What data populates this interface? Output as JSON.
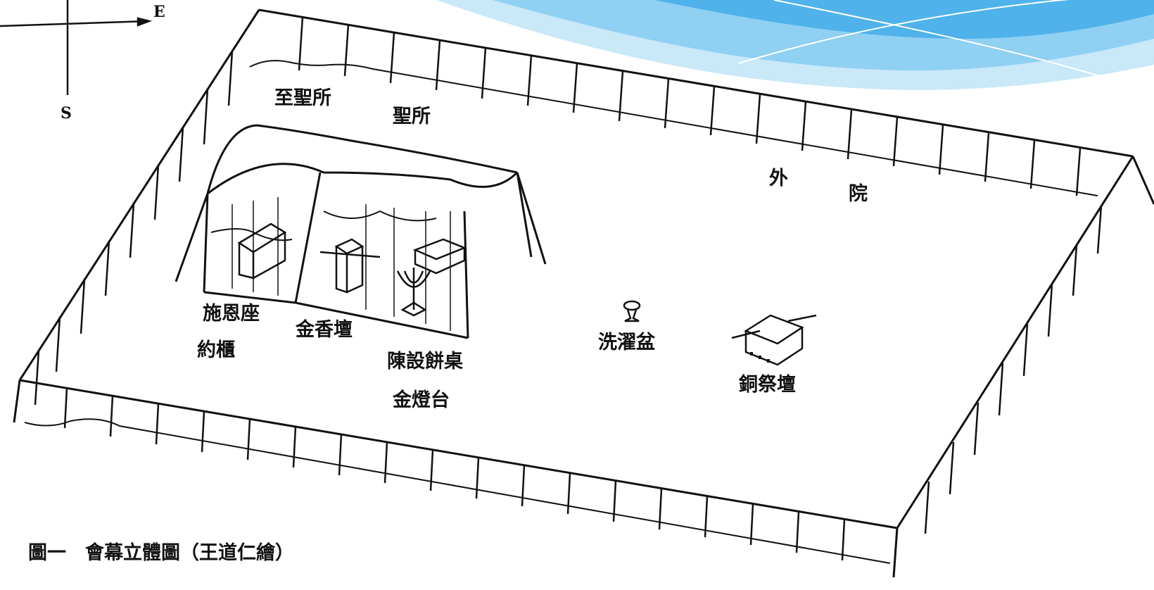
{
  "compass": {
    "east": "E",
    "south": "S"
  },
  "labels": {
    "most_holy_place": "至聖所",
    "holy_place": "聖所",
    "outer_court_1": "外",
    "outer_court_2": "院",
    "mercy_seat": "施恩座",
    "ark": "約櫃",
    "golden_incense_altar": "金香壇",
    "showbread_table": "陳設餅桌",
    "golden_lampstand": "金燈台",
    "laver": "洗濯盆",
    "bronze_altar": "銅祭壇"
  },
  "caption": "圖一　會幕立體圖（王道仁繪）",
  "colors": {
    "line": "#111111",
    "wave_light": "#c9e8f8",
    "wave_mid": "#8fd0f3",
    "wave_dark": "#4fb2ea"
  }
}
